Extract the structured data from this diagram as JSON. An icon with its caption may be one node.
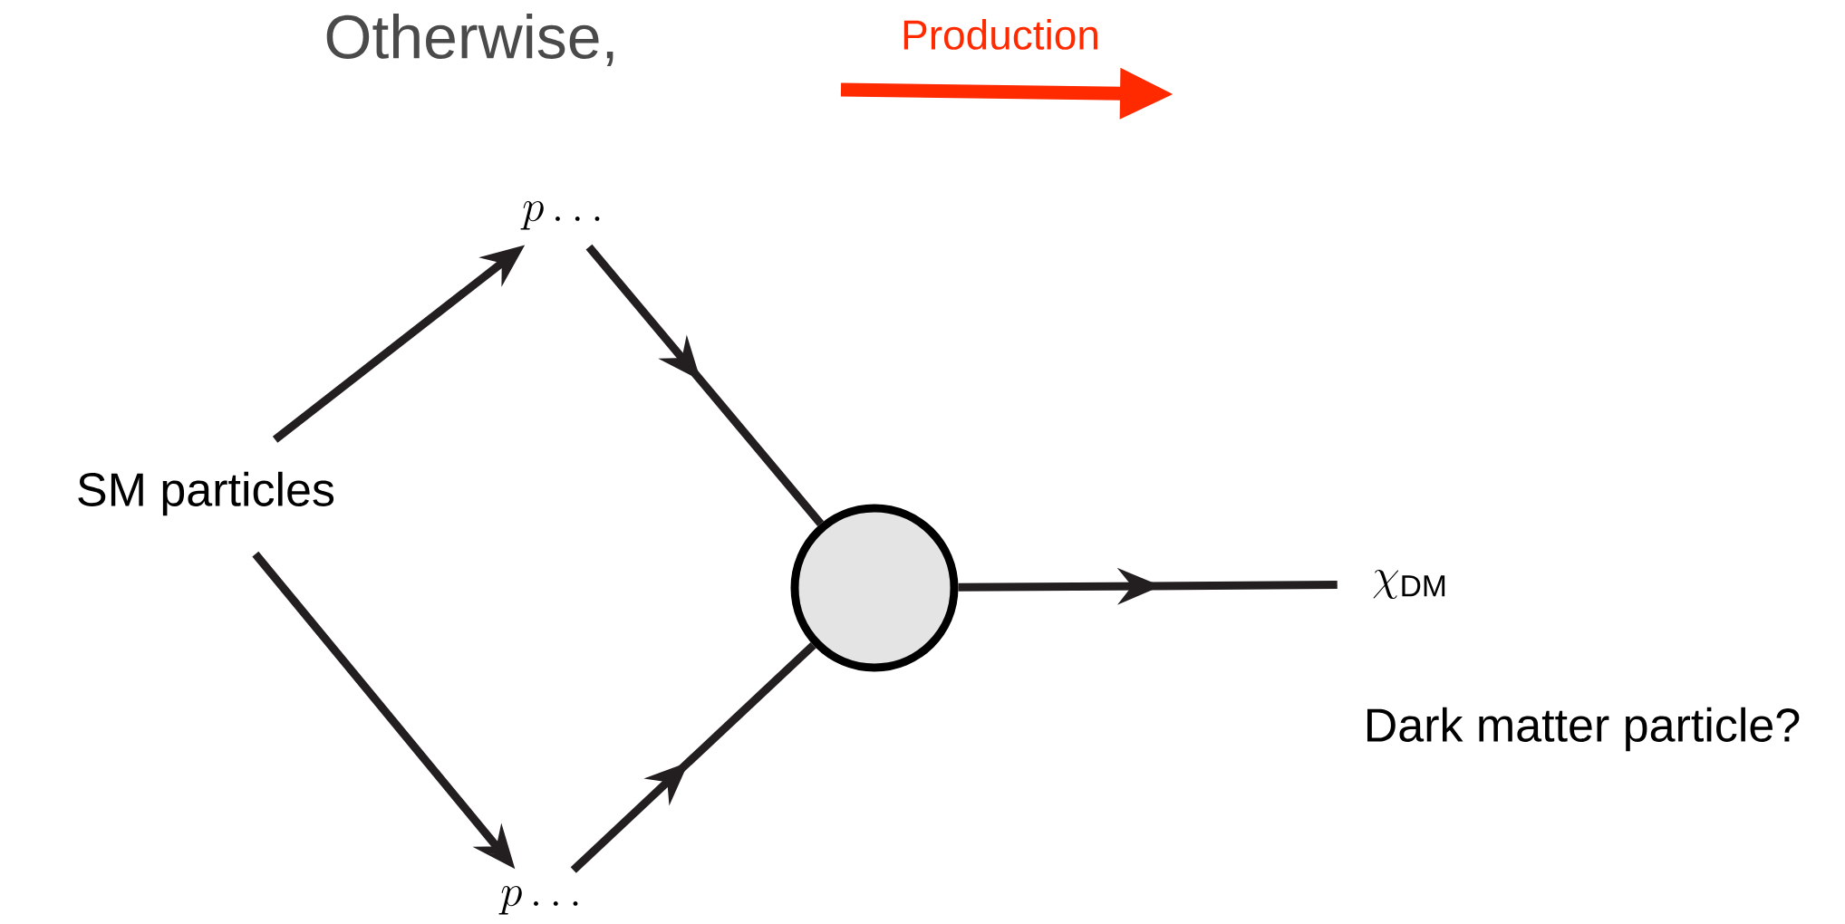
{
  "diagram": {
    "nodes": [
      {
        "text": [
          "SM particles"
        ]
      },
      {
        "text": [
          "p\\ldots"
        ]
      },
      {
        "text": [
          "p\\ldots"
        ]
      },
      {
        "text": [],
        "shape": "circle"
      },
      {
        "text": [
          "\\chi_{\\rm DM}"
        ],
        "beside": [
          "Dark matter particle?"
        ]
      }
    ],
    "edges": [
      {
        "from": 0,
        "to": 1,
        "arrow": "to"
      },
      {
        "from": 0,
        "to": 2,
        "arrow": "to"
      },
      {
        "from": 1,
        "to": 3,
        "arrow": "to"
      },
      {
        "from": 2,
        "to": 3,
        "arrow": "to"
      },
      {
        "from": 3,
        "to": 4,
        "arrow": "to"
      }
    ],
    "labels": [
      "Otherwise,",
      "Production"
    ]
  }
}
